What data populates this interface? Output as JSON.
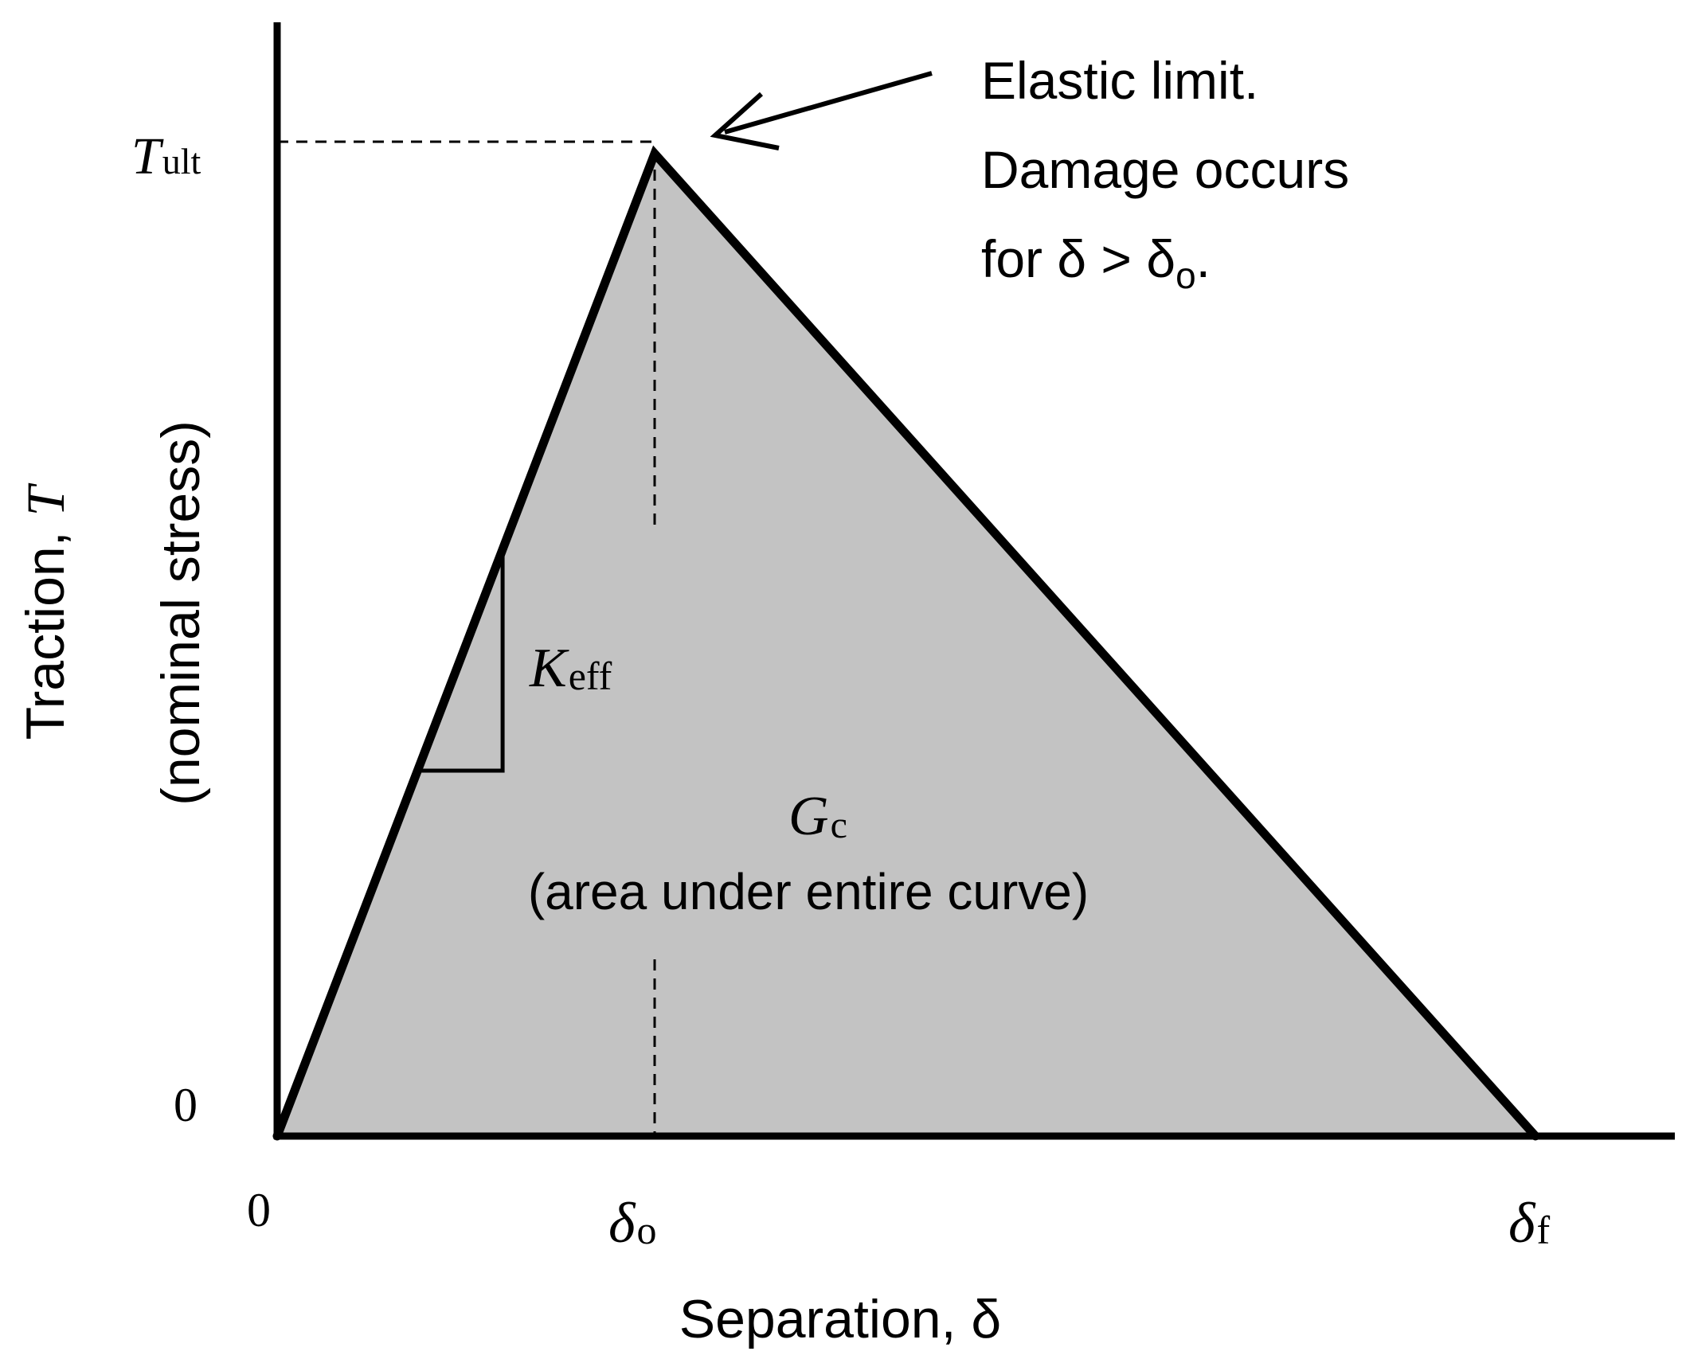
{
  "diagram": {
    "kind": "bilinear traction-separation law",
    "curve": {
      "fill_color": "#c3c3c3",
      "line_color": "#000000",
      "points": [
        {
          "label": "0",
          "delta_fraction": 0.0,
          "traction_fraction": 0.0
        },
        {
          "label": "δo",
          "delta_fraction": 0.3,
          "traction_fraction": 1.0
        },
        {
          "label": "δf",
          "delta_fraction": 1.0,
          "traction_fraction": 0.0
        }
      ]
    },
    "y_axis": {
      "label_line1": "Traction, ",
      "label_symbol": "T",
      "label_line2": "(nominal stress)",
      "ticks": {
        "top_main": "T",
        "top_sub": "ult",
        "zero": "0"
      }
    },
    "x_axis": {
      "label": "Separation, δ",
      "ticks": {
        "zero": "0",
        "d0_main": "δ",
        "d0_sub": "o",
        "df_main": "δ",
        "df_sub": "f"
      }
    },
    "annotations": {
      "stiffness_main": "K",
      "stiffness_sub": "eff",
      "energy_main": "G",
      "energy_sub": "c",
      "energy_note": "(area under entire curve)",
      "elastic_line1": "Elastic limit.",
      "elastic_line2": "Damage occurs",
      "elastic_line3_prefix": "for δ > δ",
      "elastic_line3_sub": "o",
      "elastic_line3_suffix": "."
    }
  }
}
